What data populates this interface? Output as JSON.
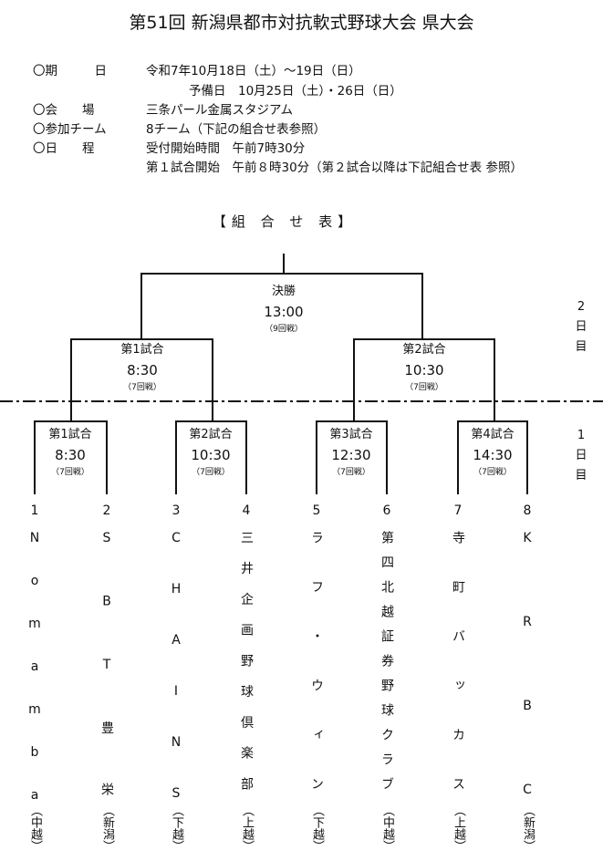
{
  "title": "第51回 新潟県都市対抗軟式野球大会 県大会",
  "info": [
    {
      "label": "〇期　　　日",
      "value": "令和7年10月18日（土）～19日（日）"
    },
    {
      "label": "",
      "value": "予備日　10月25日（土）・26日（日）"
    },
    {
      "label": "〇会　　場",
      "value": "三条パール金属スタジアム"
    },
    {
      "label": "〇参加チーム",
      "value": "8チーム（下記の組合せ表参照）"
    },
    {
      "label": "〇日　　程",
      "value": "受付開始時間　午前7時30分"
    },
    {
      "label": "",
      "value": "第１試合開始　午前８時30分（第２試合以降は下記組合せ表 参照）"
    }
  ],
  "bracket_title": "【組 合 せ 表】",
  "final": {
    "name": "決勝",
    "time": "13:00",
    "innings": "（9回戦）"
  },
  "semis": [
    {
      "name": "第1試合",
      "time": "8:30",
      "innings": "（7回戦）"
    },
    {
      "name": "第2試合",
      "time": "10:30",
      "innings": "（7回戦）"
    }
  ],
  "first_round": [
    {
      "name": "第1試合",
      "time": "8:30",
      "innings": "（7回戦）"
    },
    {
      "name": "第2試合",
      "time": "10:30",
      "innings": "（7回戦）"
    },
    {
      "name": "第3試合",
      "time": "12:30",
      "innings": "（7回戦）"
    },
    {
      "name": "第4試合",
      "time": "14:30",
      "innings": "（7回戦）"
    }
  ],
  "day_labels": {
    "day2": "2日目",
    "day1": "1日目"
  },
  "teams": [
    {
      "no": "1",
      "name": "Nomamba",
      "region": "（中越）"
    },
    {
      "no": "2",
      "name": "SBT豊栄",
      "region": "（新潟）"
    },
    {
      "no": "3",
      "name": "CHAINS",
      "region": "（下越）"
    },
    {
      "no": "4",
      "name": "三井企画野球倶楽部",
      "region": "（上越）"
    },
    {
      "no": "5",
      "name": "ラフ・ウィン",
      "region": "（下越）"
    },
    {
      "no": "6",
      "name": "第四北越証券野球クラブ",
      "region": "（中越）"
    },
    {
      "no": "7",
      "name": "寺町バッカス",
      "region": "（上越）"
    },
    {
      "no": "8",
      "name": "KRBC",
      "region": "（新潟）"
    }
  ]
}
